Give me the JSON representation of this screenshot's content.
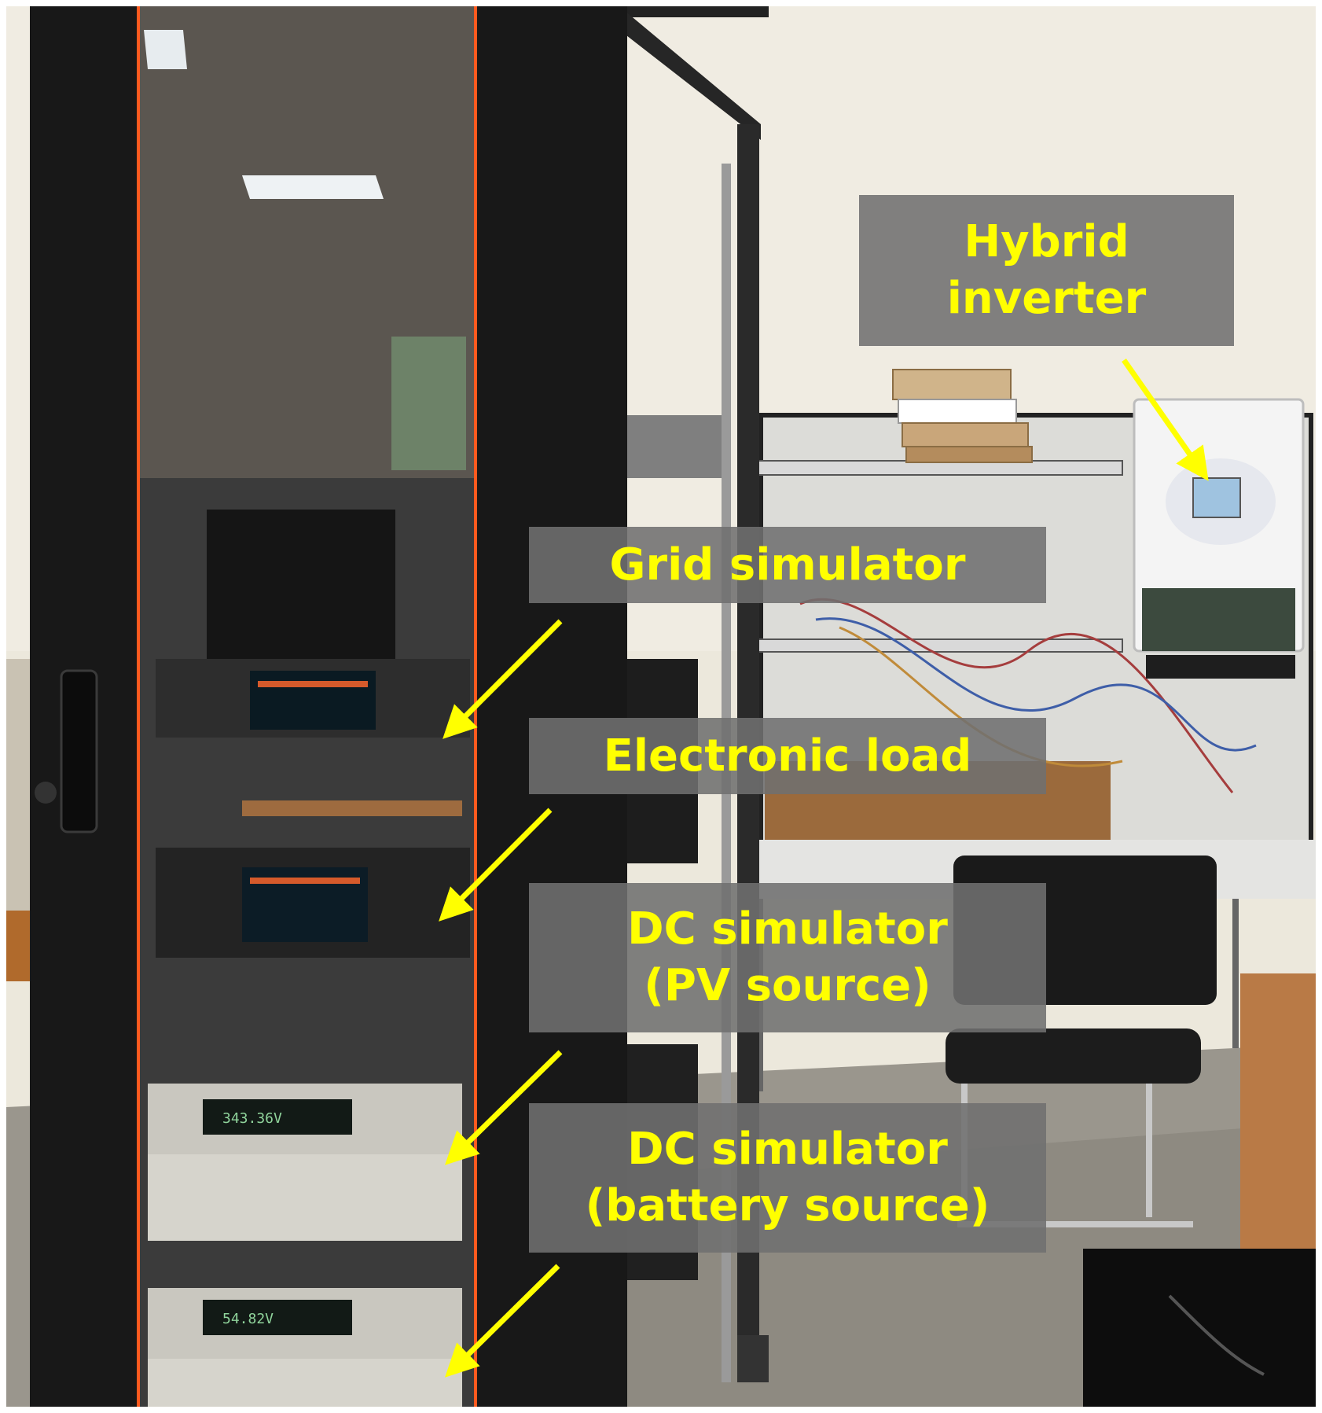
{
  "photo": {
    "scene": "Laboratory test bench: server rack with glass door housing instruments, hybrid inverter mounted on pegboard wall",
    "display_readouts": [
      "343.36V",
      "54.82V"
    ],
    "colors": {
      "label_background": "#707070",
      "label_text": "#ffff00",
      "arrow": "#ffff00",
      "rack_frame": "#1b1b1b",
      "rack_trim": "#ff5a1f",
      "wall": "#ece8dc",
      "floor": "#9a968d"
    }
  },
  "labels": {
    "hybrid_inverter": {
      "line1": "Hybrid",
      "line2": "inverter"
    },
    "grid_simulator": {
      "line1": "Grid simulator"
    },
    "electronic_load": {
      "line1": "Electronic load"
    },
    "dc_pv": {
      "line1": "DC simulator",
      "line2": "(PV source)"
    },
    "dc_battery": {
      "line1": "DC simulator",
      "line2": "(battery source)"
    }
  }
}
